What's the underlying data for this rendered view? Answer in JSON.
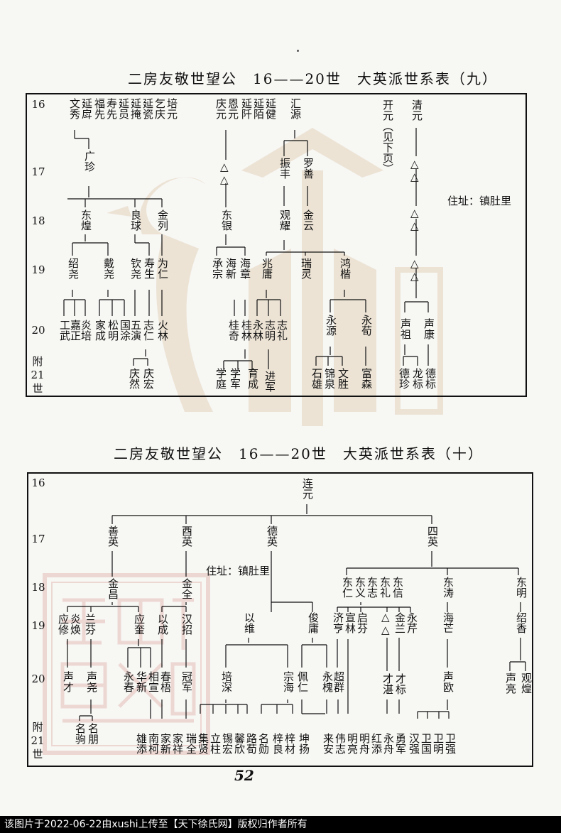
{
  "table9": {
    "title": "二房友敬世望公　16——20世　大英派世系表（九）",
    "gens": [
      "16",
      "17",
      "18",
      "19",
      "20",
      "附21世"
    ],
    "residence": "住址：镇肚里",
    "names": {
      "wenxiu": "文秀",
      "yanfan": "延戽",
      "fuxian": "福先",
      "shouxian": "寿先",
      "yanyuan": "延员",
      "yanyan": "延掩",
      "yanyi": "延瓷",
      "kuangqing": "乞庆",
      "peiyuan": "培元",
      "guangzhen": "广珍",
      "donghuang": "东煌",
      "liangqiu": "良球",
      "jinlie": "金列",
      "shaoyao": "绍尧",
      "daiyao": "戴尧",
      "qinyao": "钦尧",
      "shousheng": "寿生",
      "weiren": "为仁",
      "gong": "工武",
      "jiazheng": "嘉正",
      "yanpei": "炎培",
      "jiacheng": "家成",
      "songming": "松明",
      "guotu": "国涂",
      "wuyan": "五演",
      "zhiren": "志仁",
      "huolin": "火林",
      "qingran": "庆然",
      "qinghong": "庆宏",
      "qingyuan": "庆元",
      "enyuan": "恩元",
      "yanqian": "延阡",
      "yanmo": "延陌",
      "yanjian": "延健",
      "dongyin": "东银",
      "chengzong": "承宗",
      "haixin": "海新",
      "haizhang": "海章",
      "guiqi": "桂奇",
      "guilin": "桂林",
      "xuezhen": "学庭",
      "xuejun": "学军",
      "huiyuan": "汇源",
      "zhenfeng": "振丰",
      "shan": "罗善",
      "guanyao": "观耀",
      "jinyun": "金云",
      "zhaoyong": "兆庸",
      "ruiling": "瑞灵",
      "hongjie": "鸿楷",
      "yonglin": "永林",
      "zhiming": "志明",
      "zhili": "志礼",
      "yucheng": "育成",
      "jinjun": "进军",
      "yongyuan": "永源",
      "yongxun": "永荀",
      "shixiong": "石雄",
      "jinquan": "锦泉",
      "wensheng": "文胜",
      "fusen": "富森",
      "kaiyuan": "开元（见下页）",
      "qingyuan2": "清元",
      "shengzu": "声祖",
      "shengkang": "声康",
      "dezhen": "德珍",
      "longbiao": "龙标",
      "debiao": "德标"
    }
  },
  "table10": {
    "title": "二房友敬世望公　16——20世　大英派世系表（十）",
    "gens": [
      "16",
      "17",
      "18",
      "19",
      "20",
      "附21世"
    ],
    "residence": "住址：镇肚里",
    "names": {
      "lianyuan": "连元",
      "shanying": "善英",
      "xiying": "酉英",
      "deying": "德英",
      "siying": "四英",
      "jinchang": "金昌",
      "jinquan": "金全",
      "yingxiu": "应修",
      "yanhuan": "炎焕",
      "lanfen": "兰芬",
      "yingkui": "应奎",
      "yicheng": "以成",
      "hanzhao": "汉招",
      "yiwei": "以维",
      "junyong": "俊庸",
      "shengcai": "声才",
      "shengyao": "声尧",
      "yongchun": "永春",
      "huaxin": "华新",
      "xiangxuan": "相宣",
      "chunwu": "春梧",
      "guanjun": "冠军",
      "peishen": "培深",
      "zonghai": "宗海",
      "peiren": "佩仁",
      "yonghuai": "永槐",
      "chaoqun": "超群",
      "mingju": "名驹",
      "mingpeng": "名朋",
      "xiongtian": "雄添",
      "nanhe": "南柯",
      "jiaxin": "家新",
      "jiaxiang": "家祥",
      "ruiquan": "瑞全",
      "jixian": "集贤",
      "lizhu": "立柱",
      "xihong": "锡宏",
      "xinxin": "馨欣",
      "luxun": "路荀",
      "mingxun": "名勋",
      "ziliang": "梓良",
      "zicai": "梓材",
      "kunyang": "坤扬",
      "dongren": "东仁",
      "dongyi": "东义",
      "dongzhi": "东志",
      "dongli": "东礼",
      "dongxin": "东信",
      "jiheng": "济亨",
      "xuanlin": "宣林",
      "qifen": "启芬",
      "jinlan": "金兰",
      "yongqin": "永芹",
      "caichen": "才湛",
      "caibiao": "才标",
      "laian": "来安",
      "weizhi": "伟志",
      "mingliang": "明亮",
      "mingzhou": "明舟",
      "hongtian": "红添",
      "yongzhou": "永舟",
      "yongjun": "勇军",
      "dongtao": "东涛",
      "haimang": "海芒",
      "shengou": "声欧",
      "hanqiang": "汉强",
      "weiguo": "卫国",
      "weiming": "卫明",
      "weiqiang": "卫强",
      "dongming": "东明",
      "shaoxiang": "绍香",
      "shengliang": "声亮",
      "guanhuang": "观煌"
    }
  },
  "page_number": "52",
  "footer": "该图片于2022-06-22由xushi上传至【天下徐氏网】版权归作者所有"
}
